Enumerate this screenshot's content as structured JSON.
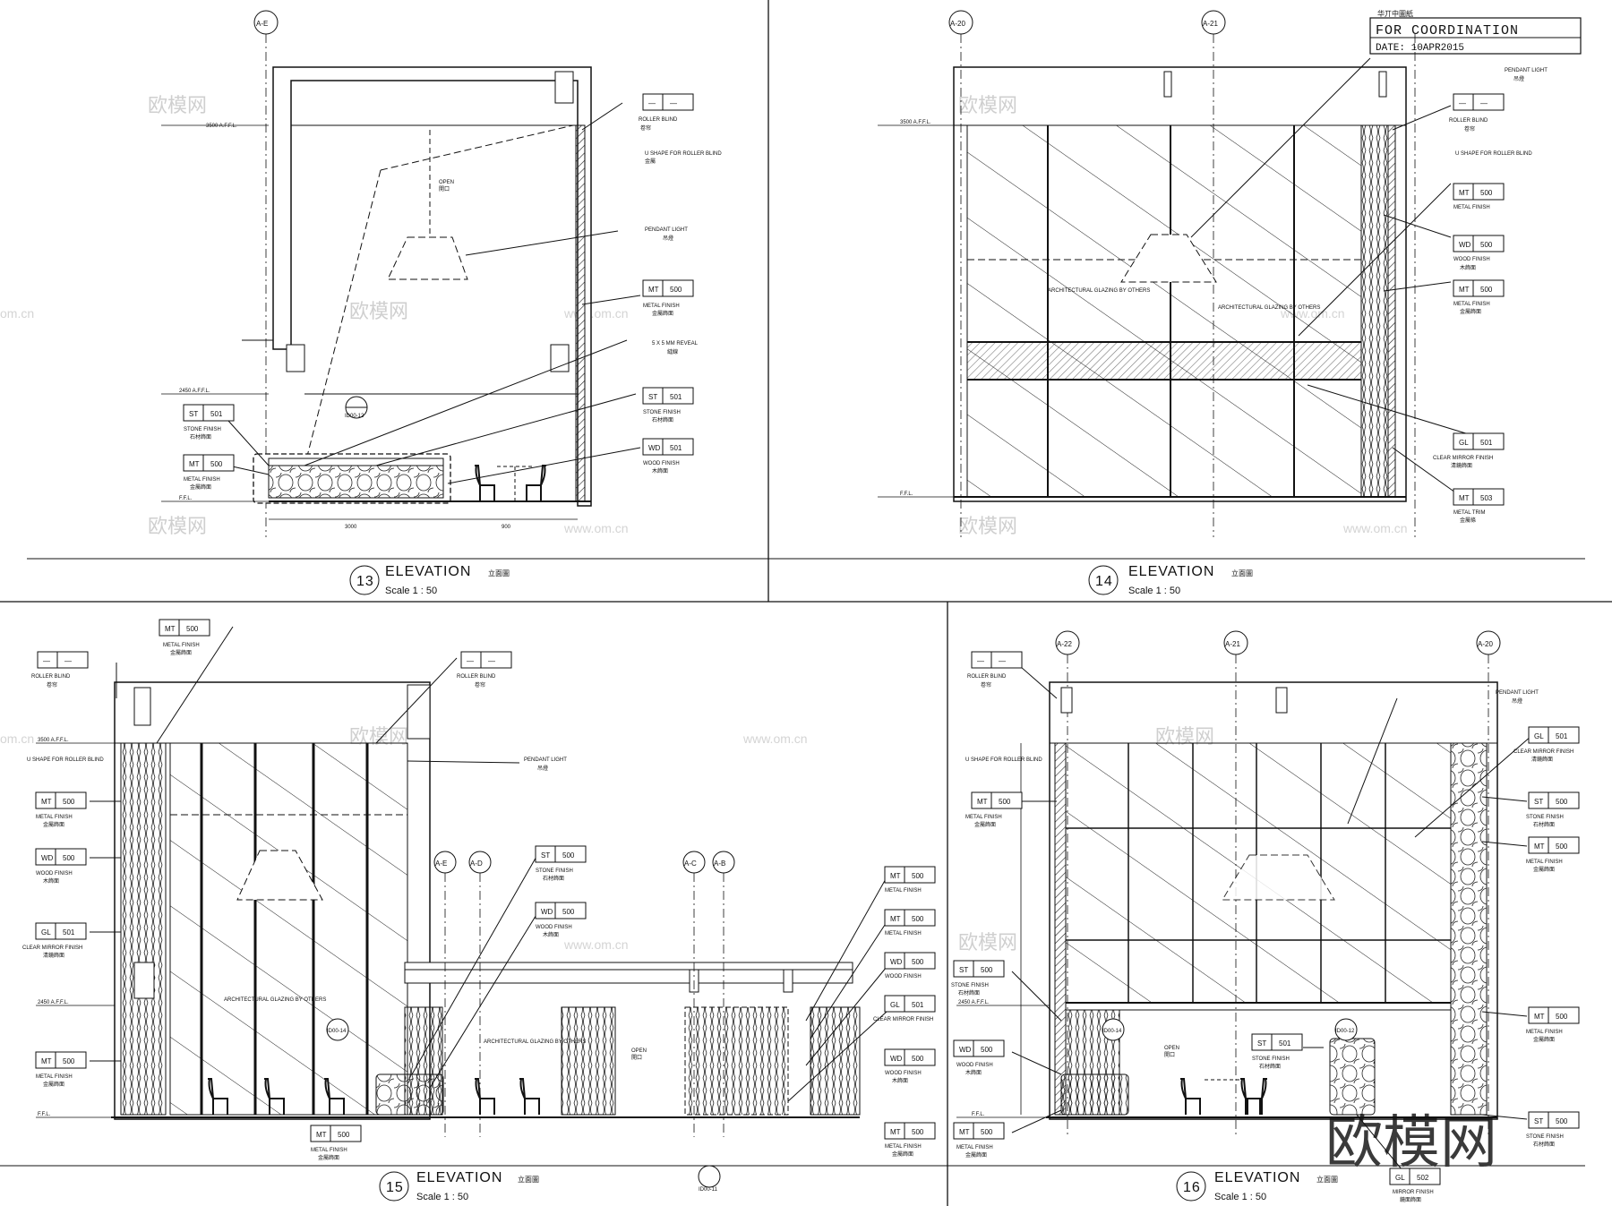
{
  "stamp": {
    "title": "FOR COORDINATION",
    "date": "DATE: 10APR2015",
    "top_label": "华丌中圖紙"
  },
  "watermarks": {
    "brand": "欧模网",
    "url": "www.om.cn",
    "url_short": "om.cn",
    "big": "欧模网"
  },
  "elevations": [
    {
      "number": "13",
      "title": "ELEVATION",
      "title_cn": "立面圖",
      "scale": "Scale 1 : 50"
    },
    {
      "number": "14",
      "title": "ELEVATION",
      "title_cn": "立面圖",
      "scale": "Scale 1 : 50"
    },
    {
      "number": "15",
      "title": "ELEVATION",
      "title_cn": "立面圖",
      "scale": "Scale 1 : 50"
    },
    {
      "number": "16",
      "title": "ELEVATION",
      "title_cn": "立面圖",
      "scale": "Scale 1 : 50"
    }
  ],
  "grid": {
    "ae": "A-E",
    "ad": "A-D",
    "ac": "A-C",
    "ab": "A-B",
    "a20": "A-20",
    "a21": "A-21",
    "a22": "A-22"
  },
  "levels": {
    "ceiling": "3500 A.F.F.L.",
    "mid": "2450 A.F.F.L.",
    "ffl": "F.F.L."
  },
  "sections": {
    "s1": "ID00-12",
    "s2": "ID00-14",
    "s3": "ID00-11"
  },
  "tags": {
    "mt500": {
      "code": "MT",
      "num": "500"
    },
    "mt503": {
      "code": "MT",
      "num": "503"
    },
    "st501": {
      "code": "ST",
      "num": "501"
    },
    "st500": {
      "code": "ST",
      "num": "500"
    },
    "wd501": {
      "code": "WD",
      "num": "501"
    },
    "wd500": {
      "code": "WD",
      "num": "500"
    },
    "gl501": {
      "code": "GL",
      "num": "501"
    },
    "gl502": {
      "code": "GL",
      "num": "502"
    },
    "blank": {
      "code": "—",
      "num": "—"
    }
  },
  "notes": {
    "roller_blind": "ROLLER BLIND",
    "roller_blind_cn": "卷帘",
    "u_shape": "U SHAPE FOR ROLLER BLIND",
    "u_shape_cn": "金屬",
    "pendant": "PENDANT LIGHT",
    "pendant_cn": "吊燈",
    "metal": "METAL FINISH",
    "metal_cn": "金屬飾面",
    "stone": "STONE FINISH",
    "stone_cn": "石材飾面",
    "wood": "WOOD FINISH",
    "wood_cn": "木飾面",
    "mirror": "CLEAR MIRROR FINISH",
    "mirror_cn": "清鏡飾面",
    "metal_trim": "METAL TRIM",
    "metal_trim_cn": "金屬條",
    "reveal": "5 X 5 MM REVEAL",
    "reveal_cn": "縫線",
    "glazing": "ARCHITECTURAL GLAZING BY OTHERS",
    "mirror_short": "MIRROR FINISH",
    "mirror_short_cn": "鏡面飾面",
    "open": "OPEN",
    "open_cn": "開口"
  },
  "dims": {
    "d1": "3000",
    "d2": "900"
  }
}
